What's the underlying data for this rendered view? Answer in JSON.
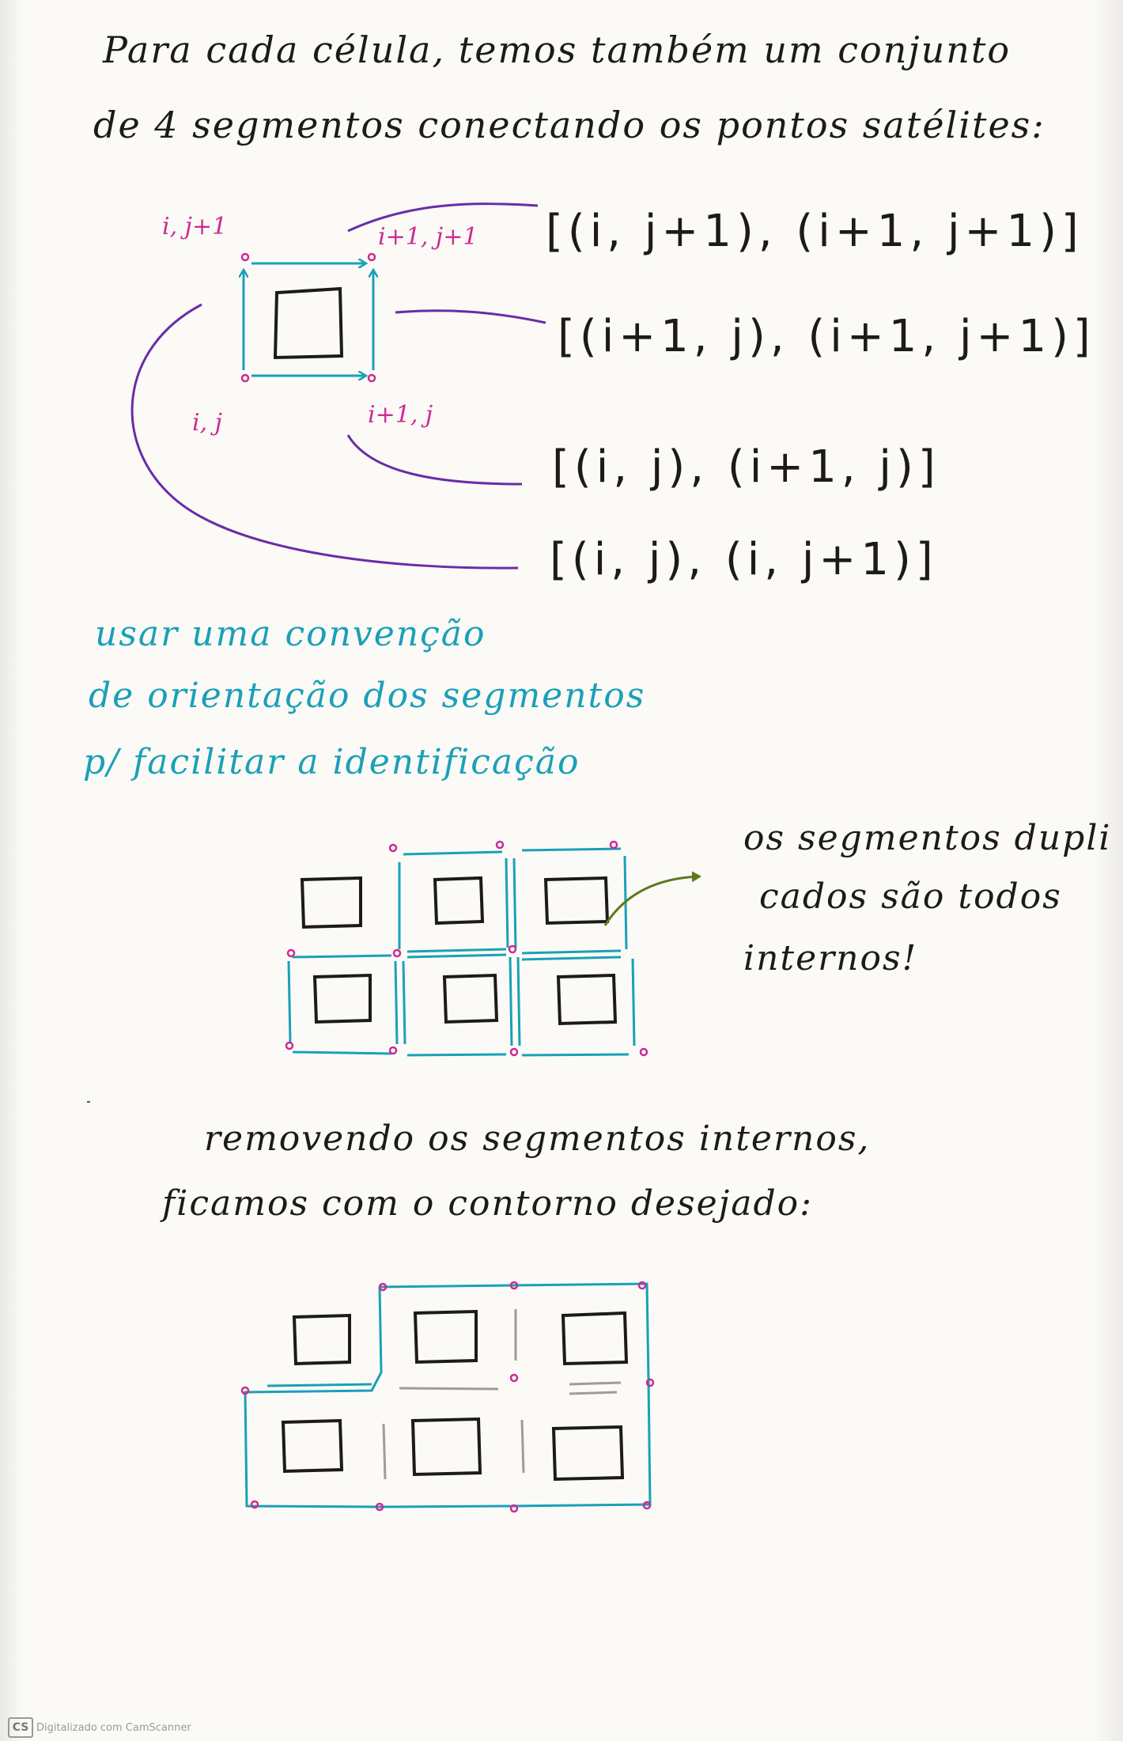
{
  "intro": {
    "line1": "Para cada célula, temos também um conjunto",
    "line2": "de 4 segmentos conectando os pontos satélites:"
  },
  "diagram1": {
    "corner_labels": {
      "top_left": "i, j+1",
      "top_right": "i+1, j+1",
      "bottom_left": "i, j",
      "bottom_right": "i+1, j"
    },
    "segments": [
      "[(i, j+1), (i+1, j+1)]",
      "[(i+1, j), (i+1, j+1)]",
      "[(i, j), (i+1, j)]",
      "[(i, j), (i, j+1)]"
    ]
  },
  "orientation_note": {
    "line1": "usar uma convenção",
    "line2": "de orientação dos segmentos",
    "line3": "p/ facilitar a identificação"
  },
  "duplicates_note": {
    "line1": "os segmentos dupli",
    "line2": "cados são todos",
    "line3": "internos!"
  },
  "removal_note": {
    "line1": "removendo os segmentos internos,",
    "line2": "ficamos com o contorno desejado:"
  },
  "footer": {
    "logo": "CS",
    "text": "Digitalizado com CamScanner"
  },
  "colors": {
    "ink": "#1c1a1a",
    "teal": "#1aa0b8",
    "pink": "#cc2b92",
    "purple": "#6a2ca8",
    "olive": "#5c7a1c",
    "gray": "#8a8580"
  }
}
